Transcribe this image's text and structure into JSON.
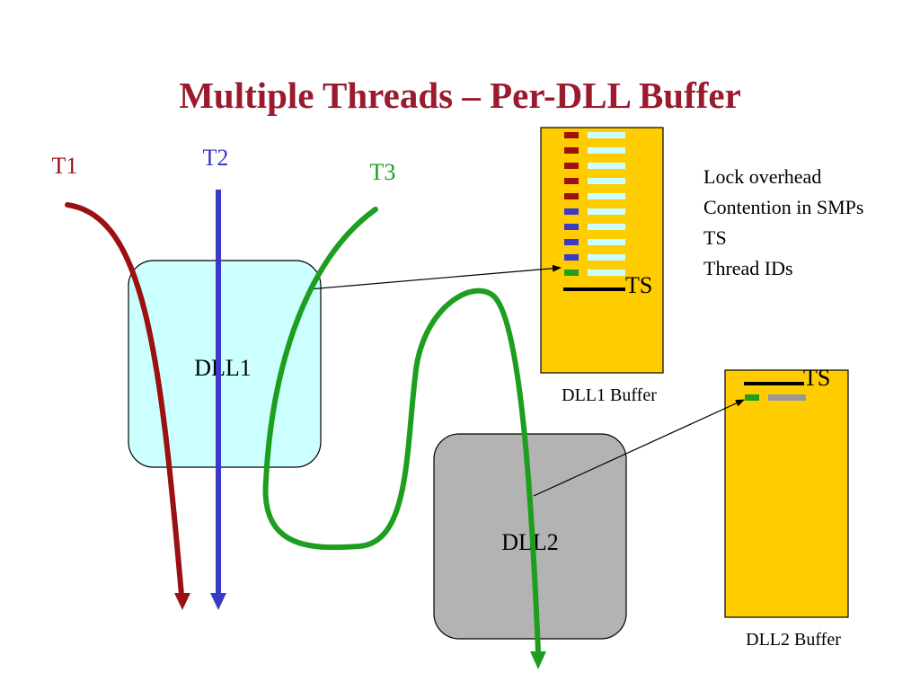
{
  "title": "Multiple Threads – Per-DLL Buffer",
  "colors": {
    "title": "#9a1b2e",
    "t1": "#9b1010",
    "t2": "#3a3ac8",
    "t3": "#1e9e1e",
    "dll1_fill": "#ccffff",
    "dll2_fill": "#b3b3b3",
    "buffer_fill": "#ffcc00",
    "entry_data": "#ccffff",
    "entry_gray": "#999999"
  },
  "threads": [
    {
      "id": "t1",
      "label": "T1"
    },
    {
      "id": "t2",
      "label": "T2"
    },
    {
      "id": "t3",
      "label": "T3"
    }
  ],
  "modules": [
    {
      "id": "dll1",
      "label": "DLL1"
    },
    {
      "id": "dll2",
      "label": "DLL2"
    }
  ],
  "buffers": [
    {
      "id": "dll1_buffer",
      "label": "DLL1 Buffer",
      "ts_label": "TS",
      "entries": [
        "t1",
        "t1",
        "t1",
        "t1",
        "t1",
        "t2",
        "t2",
        "t2",
        "t2",
        "t3"
      ]
    },
    {
      "id": "dll2_buffer",
      "label": "DLL2  Buffer",
      "ts_label": "TS",
      "entries": [
        "t3"
      ]
    }
  ],
  "notes": [
    "Lock overhead",
    "Contention in SMPs",
    "TS",
    "Thread IDs"
  ]
}
